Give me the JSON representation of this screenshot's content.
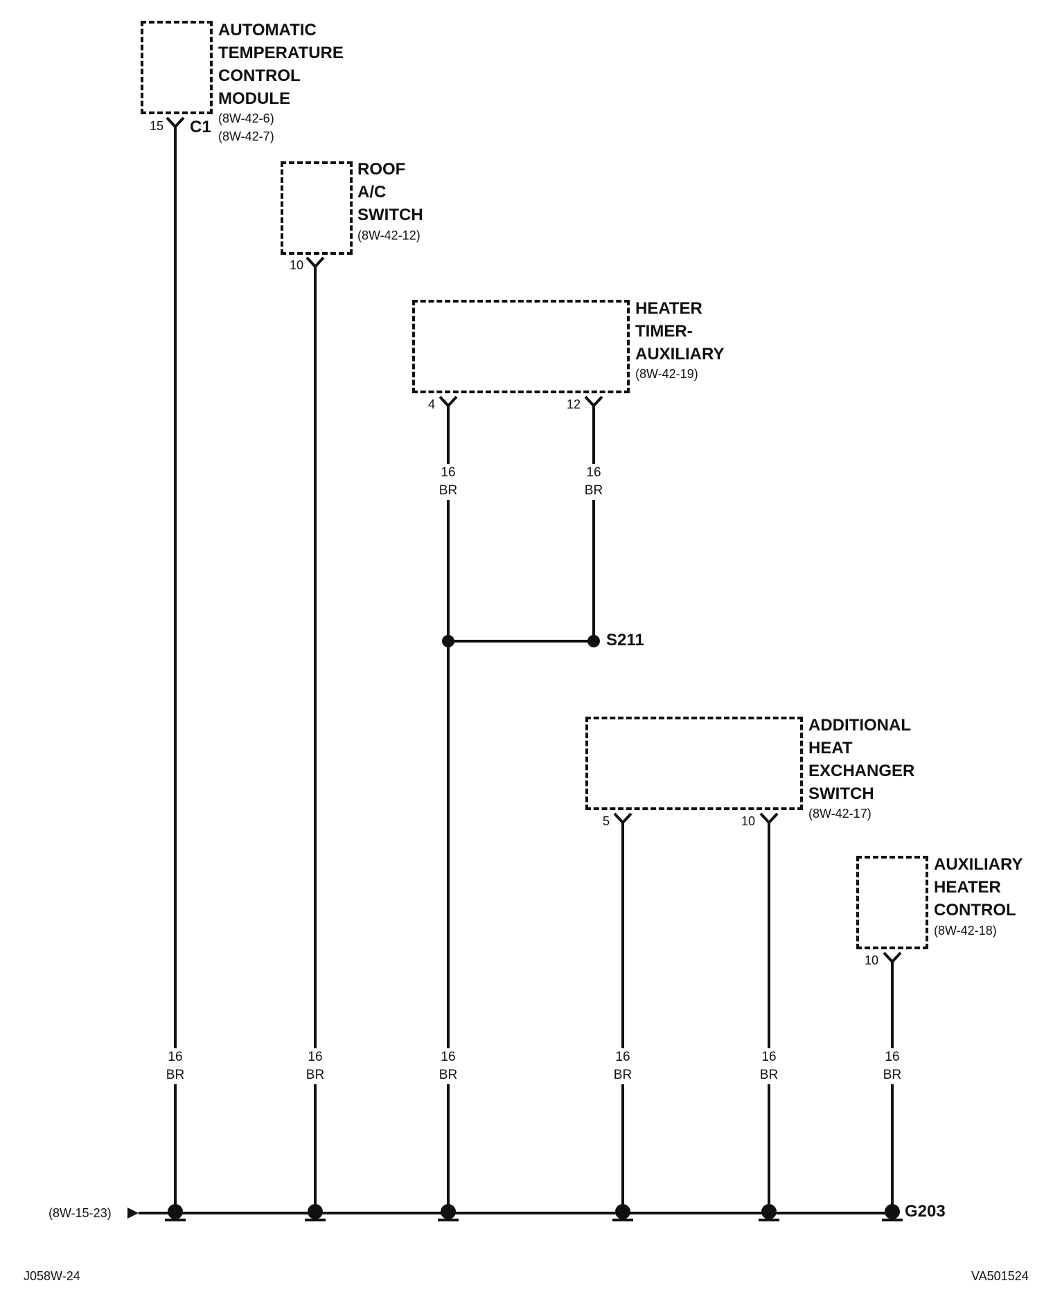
{
  "components": {
    "atc": {
      "name": "AUTOMATIC\nTEMPERATURE\nCONTROL\nMODULE",
      "ref": "(8W-42-6)\n(8W-42-7)",
      "pin": "15",
      "connector": "C1"
    },
    "roof": {
      "name": "ROOF\nA/C\nSWITCH",
      "ref": "(8W-42-12)",
      "pin": "10"
    },
    "heater_timer": {
      "name": "HEATER\nTIMER-\nAUXILIARY",
      "ref": "(8W-42-19)",
      "pin_a": "4",
      "pin_b": "12"
    },
    "additional": {
      "name": "ADDITIONAL\nHEAT\nEXCHANGER\nSWITCH",
      "ref": "(8W-42-17)",
      "pin_a": "5",
      "pin_b": "10"
    },
    "aux_heater": {
      "name": "AUXILIARY\nHEATER\nCONTROL",
      "ref": "(8W-42-18)",
      "pin": "10"
    }
  },
  "wire": {
    "gauge": "16",
    "color": "BR"
  },
  "splice": {
    "label": "S211"
  },
  "ground": {
    "label": "G203",
    "ref": "(8W-15-23)"
  },
  "footer": {
    "left": "J058W-24",
    "right": "VA501524"
  }
}
